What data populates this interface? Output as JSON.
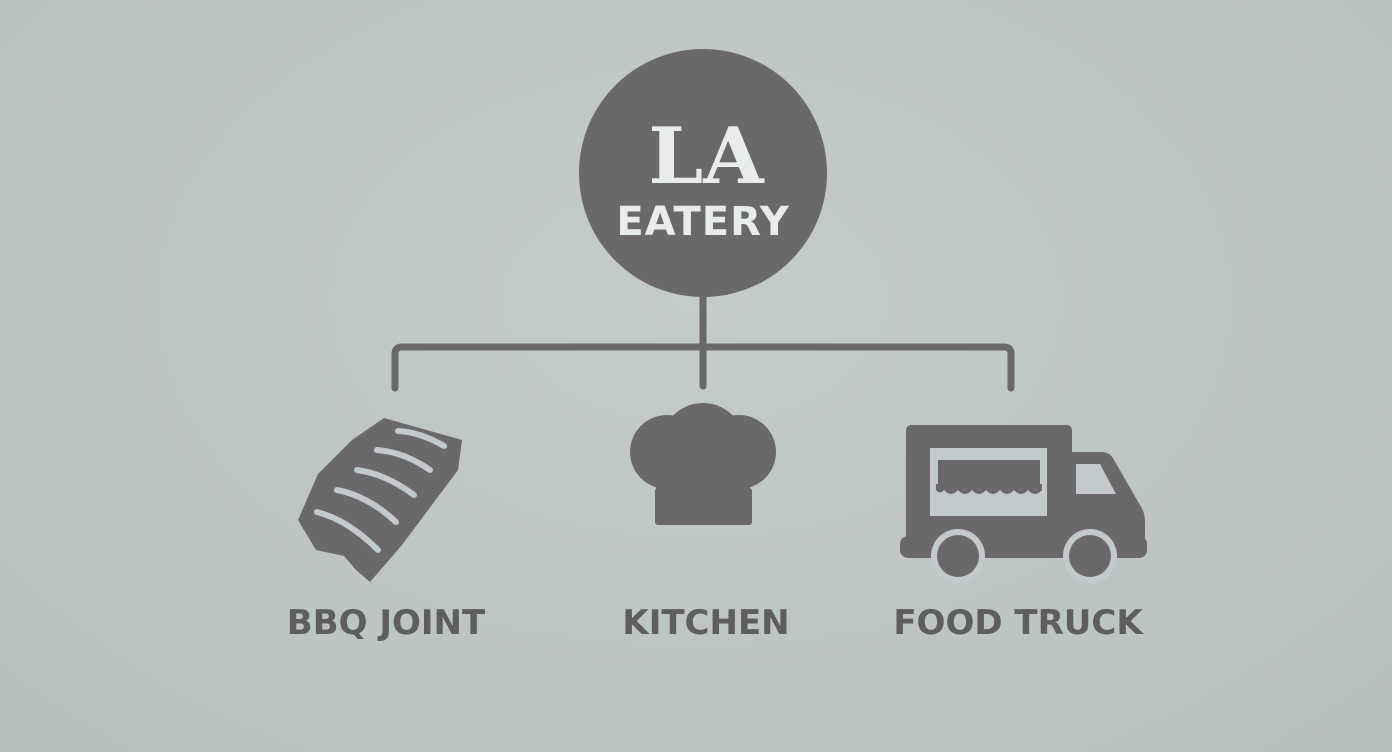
{
  "logo": {
    "line1": "LA",
    "line2": "EATERY"
  },
  "branches": [
    {
      "label": "BBQ JOINT",
      "icon": "ribs-icon"
    },
    {
      "label": "KITCHEN",
      "icon": "chef-hat-icon"
    },
    {
      "label": "FOOD TRUCK",
      "icon": "food-truck-icon"
    }
  ],
  "colors": {
    "background": "#bfc6c6",
    "ink": "#6a686b",
    "label": "#5e5d60",
    "logo_text": "#e9ecec"
  }
}
